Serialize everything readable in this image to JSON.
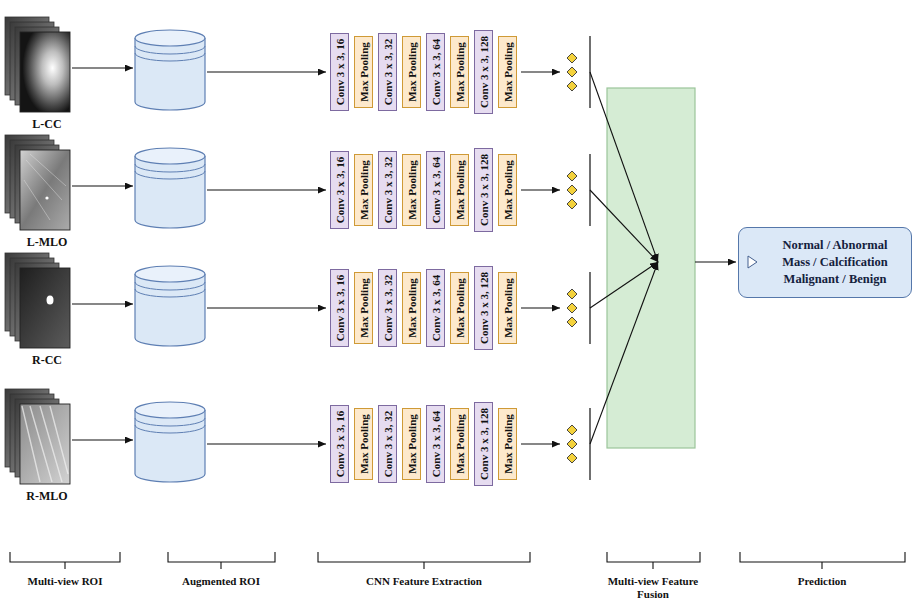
{
  "diagram": {
    "nodes": [
      {
        "text": [
          "L-CC"
        ]
      },
      {
        "text": [
          "Conv 3 x 3, 16"
        ]
      },
      {
        "text": [
          "Max Pooling"
        ]
      },
      {
        "text": [
          "Conv 3 x 3, 32"
        ]
      },
      {
        "text": [
          "Max Pooling"
        ]
      },
      {
        "text": [
          "Conv 3 x 3, 64"
        ]
      },
      {
        "text": [
          "Max Pooling"
        ]
      },
      {
        "text": [
          "Conv 3 x 3, 128"
        ]
      },
      {
        "text": [
          "Max Pooling"
        ]
      },
      {
        "text": [
          "L-MLO"
        ]
      },
      {
        "text": [
          "Conv 3 x 3, 16"
        ]
      },
      {
        "text": [
          "Max Pooling"
        ]
      },
      {
        "text": [
          "Conv 3 x 3, 32"
        ]
      },
      {
        "text": [
          "Max Pooling"
        ]
      },
      {
        "text": [
          "Conv 3 x 3, 64"
        ]
      },
      {
        "text": [
          "Max Pooling"
        ]
      },
      {
        "text": [
          "Conv 3 x 3, 128"
        ]
      },
      {
        "text": [
          "Max Pooling"
        ]
      },
      {
        "text": [
          "R-CC"
        ]
      },
      {
        "text": [
          "Conv 3 x 3, 16"
        ]
      },
      {
        "text": [
          "Max Pooling"
        ]
      },
      {
        "text": [
          "Conv 3 x 3, 32"
        ]
      },
      {
        "text": [
          "Max Pooling"
        ]
      },
      {
        "text": [
          "Conv 3 x 3, 64"
        ]
      },
      {
        "text": [
          "Max Pooling"
        ]
      },
      {
        "text": [
          "Conv 3 x 3, 128"
        ]
      },
      {
        "text": [
          "Max Pooling"
        ]
      },
      {
        "text": [
          "R-MLO"
        ]
      },
      {
        "text": [
          "Conv 3 x 3, 16"
        ]
      },
      {
        "text": [
          "Max Pooling"
        ]
      },
      {
        "text": [
          "Conv 3 x 3, 32"
        ]
      },
      {
        "text": [
          "Max Pooling"
        ]
      },
      {
        "text": [
          "Conv 3 x 3, 64"
        ]
      },
      {
        "text": [
          "Max Pooling"
        ]
      },
      {
        "text": [
          "Conv 3 x 3, 128"
        ]
      },
      {
        "text": [
          "Max Pooling"
        ]
      },
      {
        "text": [
          "Normal / Abnormal",
          "Mass / Calcification",
          "Malignant / Benign"
        ]
      }
    ],
    "labels": [
      "Multi-view ROI",
      "Augmented ROI",
      "CNN Feature Extraction",
      "Multi-view Feature Fusion",
      "Prediction"
    ]
  }
}
